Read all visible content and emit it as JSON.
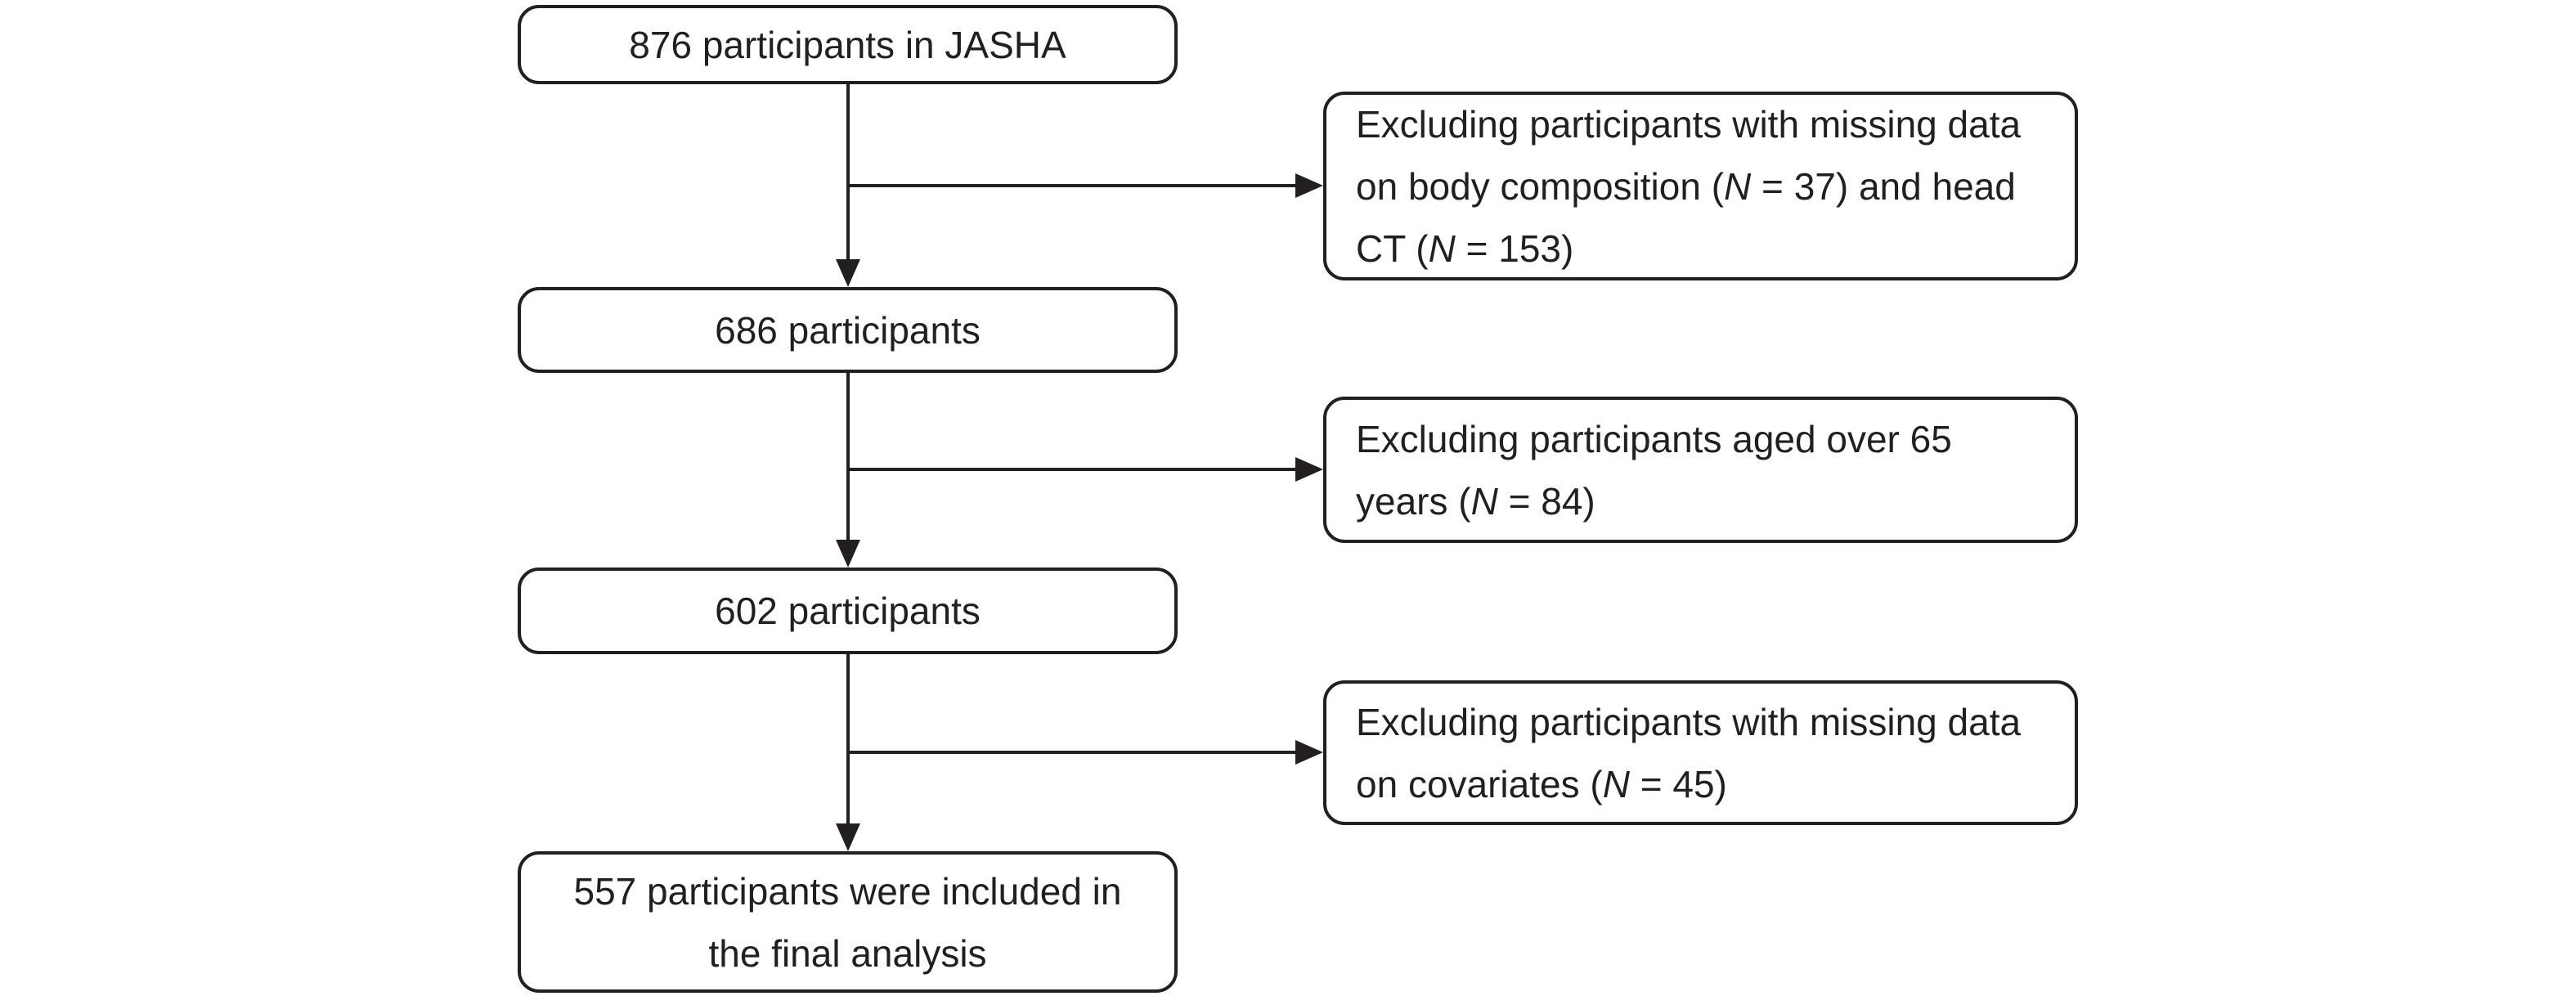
{
  "diagram": {
    "background_color": "#ffffff",
    "line_color": "#231f20",
    "main_boxes": [
      {
        "name": "box-876",
        "lines": [
          "876 participants in JASHA"
        ]
      },
      {
        "name": "box-686",
        "lines": [
          "686 participants"
        ]
      },
      {
        "name": "box-602",
        "lines": [
          "602 participants"
        ]
      },
      {
        "name": "box-557",
        "lines": [
          "557 participants were included in",
          "the final analysis"
        ]
      }
    ],
    "exclusion_boxes": [
      {
        "name": "exclusion-1",
        "segments": [
          {
            "t": "Excluding participants with missing data on body composition (",
            "i": false
          },
          {
            "t": "N",
            "i": true
          },
          {
            "t": " = 37) and head CT (",
            "i": false
          },
          {
            "t": "N",
            "i": true
          },
          {
            "t": " = 153)",
            "i": false
          }
        ]
      },
      {
        "name": "exclusion-2",
        "segments": [
          {
            "t": "Excluding participants aged over 65 years (",
            "i": false
          },
          {
            "t": "N",
            "i": true
          },
          {
            "t": " = 84)",
            "i": false
          }
        ]
      },
      {
        "name": "exclusion-3",
        "segments": [
          {
            "t": "Excluding participants with missing data on covariates (",
            "i": false
          },
          {
            "t": "N",
            "i": true
          },
          {
            "t": " = 45)",
            "i": false
          }
        ]
      }
    ]
  }
}
